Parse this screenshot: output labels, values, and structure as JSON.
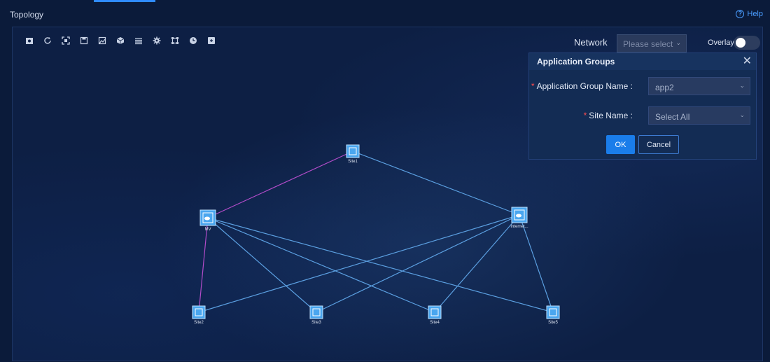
{
  "header": {
    "title": "Topology",
    "help_label": "Help"
  },
  "toolbar": {
    "icons": [
      "screenshot-icon",
      "refresh-icon",
      "fit-screen-icon",
      "save-icon",
      "image-icon",
      "cube-icon",
      "layers-icon",
      "settings-icon",
      "select-area-icon",
      "history-icon",
      "expand-icon"
    ]
  },
  "network": {
    "label": "Network",
    "placeholder": "Please select"
  },
  "overlay": {
    "label": "Overlay",
    "enabled": false
  },
  "panel": {
    "title": "Application Groups",
    "fields": [
      {
        "label": "Application Group Name :",
        "value": "app2"
      },
      {
        "label": "Site Name :",
        "value": "Select All"
      }
    ],
    "ok_label": "OK",
    "cancel_label": "Cancel"
  },
  "topology": {
    "nodes": [
      {
        "id": "site1",
        "label": "Site1",
        "type": "site"
      },
      {
        "id": "mv",
        "label": "MV",
        "type": "cloud"
      },
      {
        "id": "internet",
        "label": "Internet...",
        "type": "cloud"
      },
      {
        "id": "site2",
        "label": "Site2",
        "type": "site"
      },
      {
        "id": "site3",
        "label": "Site3",
        "type": "site"
      },
      {
        "id": "site4",
        "label": "Site4",
        "type": "site"
      },
      {
        "id": "site5",
        "label": "Site5",
        "type": "site"
      }
    ],
    "links": [
      {
        "from": "site1",
        "to": "mv",
        "highlight": true
      },
      {
        "from": "site1",
        "to": "internet",
        "highlight": false
      },
      {
        "from": "mv",
        "to": "site2",
        "highlight": true
      },
      {
        "from": "mv",
        "to": "site3",
        "highlight": false
      },
      {
        "from": "mv",
        "to": "site4",
        "highlight": false
      },
      {
        "from": "mv",
        "to": "site5",
        "highlight": false
      },
      {
        "from": "internet",
        "to": "site2",
        "highlight": false
      },
      {
        "from": "internet",
        "to": "site3",
        "highlight": false
      },
      {
        "from": "internet",
        "to": "site4",
        "highlight": false
      },
      {
        "from": "internet",
        "to": "site5",
        "highlight": false
      }
    ],
    "colors": {
      "link": "#5b9fe0",
      "highlight": "#b24cc9",
      "node": "#4aa6ef"
    }
  }
}
